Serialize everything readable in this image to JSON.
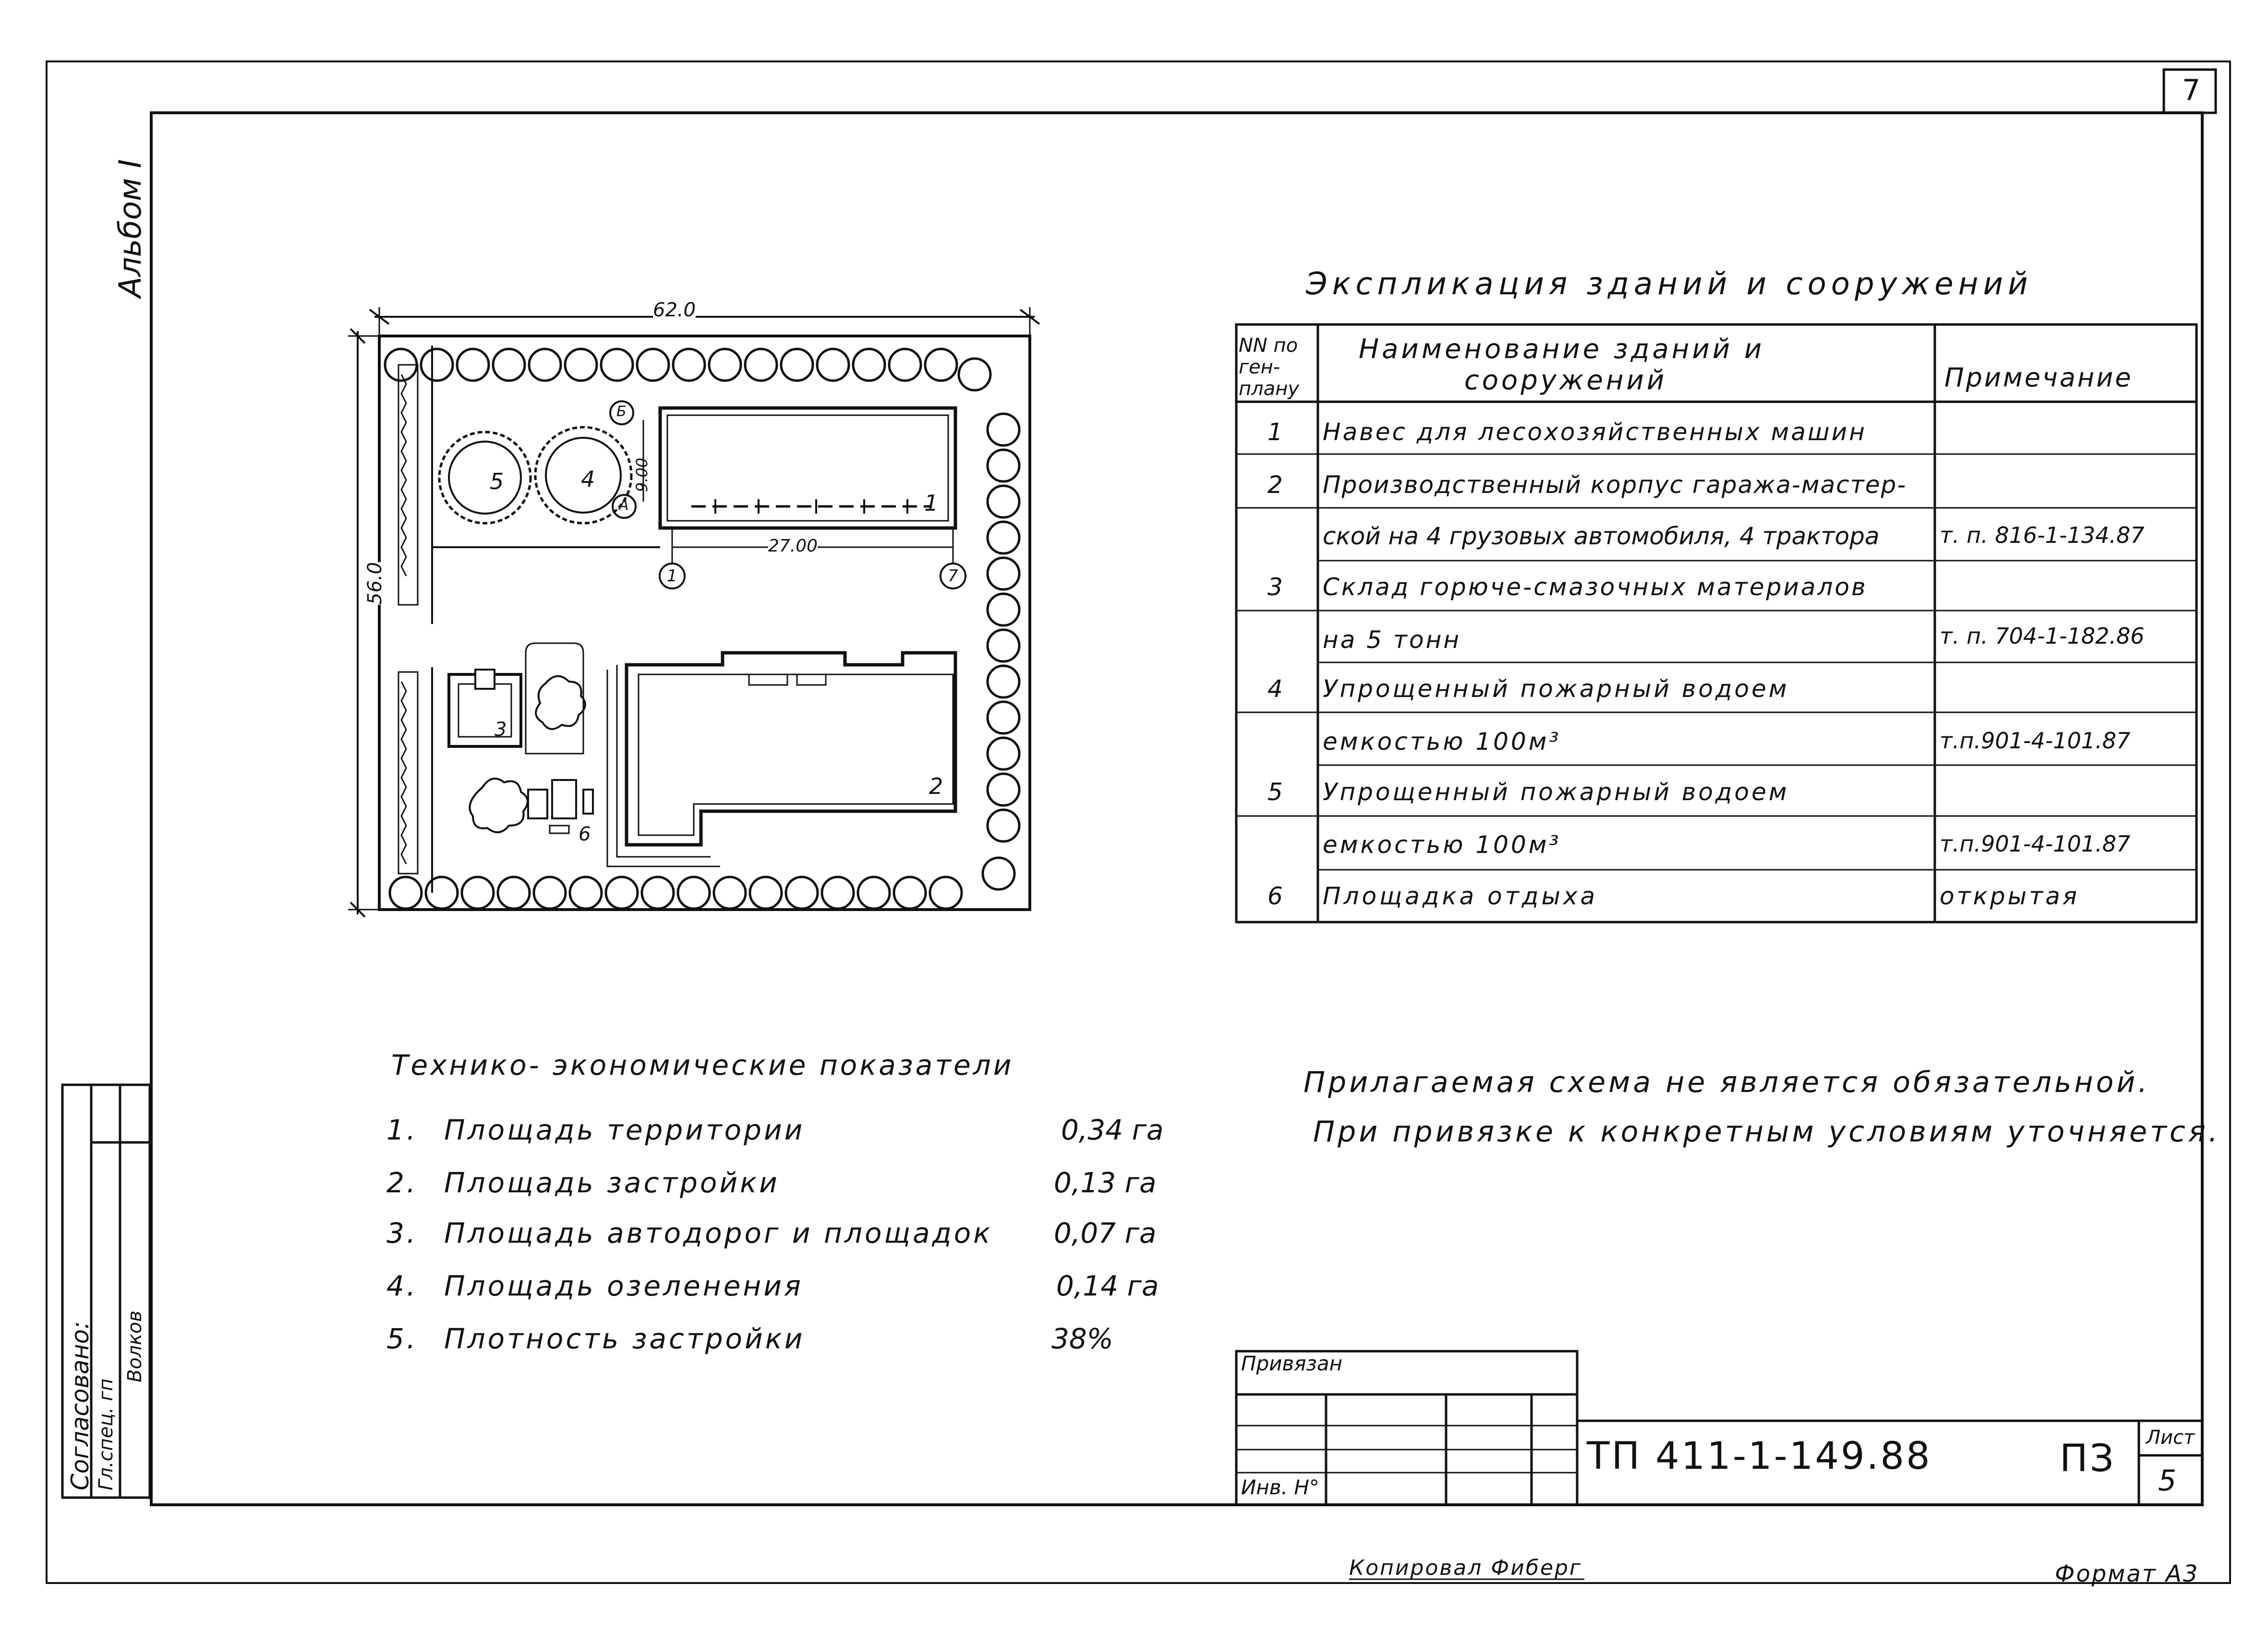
{
  "sheet": {
    "page_number": "7",
    "album_label": "Альбом I",
    "copied_by": "Копировал Фиберг",
    "format": "Формат А3"
  },
  "site_plan": {
    "dim_width": "62.0",
    "dim_height": "56.0",
    "dim_axes": "27.00",
    "dim_depth": "9.00",
    "axes": [
      "1",
      "7",
      "Б",
      "А"
    ],
    "building_labels": [
      "1",
      "2",
      "3",
      "4",
      "5",
      "6"
    ]
  },
  "explication": {
    "title": "Экспликация зданий и сооружений",
    "headers": {
      "num": [
        "NN по",
        "ген-",
        "плану"
      ],
      "name": [
        "Наименование зданий и",
        "сооружений"
      ],
      "note": "Примечание"
    },
    "rows": [
      {
        "num": "1",
        "name": "Навес для лесохозяйственных машин",
        "note": ""
      },
      {
        "num": "2",
        "name": "Производственный корпус гаража-мастер-",
        "note": ""
      },
      {
        "num": "",
        "name": "ской на 4 грузовых автомобиля, 4 трактора",
        "note": "т. п. 816-1-134.87"
      },
      {
        "num": "3",
        "name": "Склад горюче-смазочных материалов",
        "note": ""
      },
      {
        "num": "",
        "name": "на 5 тонн",
        "note": "т. п. 704-1-182.86"
      },
      {
        "num": "4",
        "name": "Упрощенный пожарный водоем",
        "note": ""
      },
      {
        "num": "",
        "name": "емкостью 100м³",
        "note": "т.п.901-4-101.87"
      },
      {
        "num": "5",
        "name": "Упрощенный пожарный водоем",
        "note": ""
      },
      {
        "num": "",
        "name": "емкостью 100м³",
        "note": "т.п.901-4-101.87"
      },
      {
        "num": "6",
        "name": "Площадка отдыха",
        "note": "открытая"
      }
    ]
  },
  "indicators": {
    "title": "Технико- экономические показатели",
    "items": [
      {
        "n": "1.",
        "label": "Площадь территории",
        "value": "0,34 га"
      },
      {
        "n": "2.",
        "label": "Площадь застройки",
        "value": "0,13 га"
      },
      {
        "n": "3.",
        "label": "Площадь автодорог и площадок",
        "value": "0,07 га"
      },
      {
        "n": "4.",
        "label": "Площадь озеленения",
        "value": "0,14 га"
      },
      {
        "n": "5.",
        "label": "Плотность застройки",
        "value": "38%"
      }
    ]
  },
  "note": {
    "line1": "Прилагаемая схема не является обязательной.",
    "line2": "При привязке к конкретным условиям уточняется."
  },
  "approval": {
    "title": "Согласовано:",
    "role": "Гл.спец. гп",
    "name": "Волков"
  },
  "title_block": {
    "linked": "Привязан",
    "inv": "Инв. Н°",
    "code": "ТП 411-1-149.88",
    "doc": "ПЗ",
    "sheet_label": "Лист",
    "sheet_no": "5"
  }
}
